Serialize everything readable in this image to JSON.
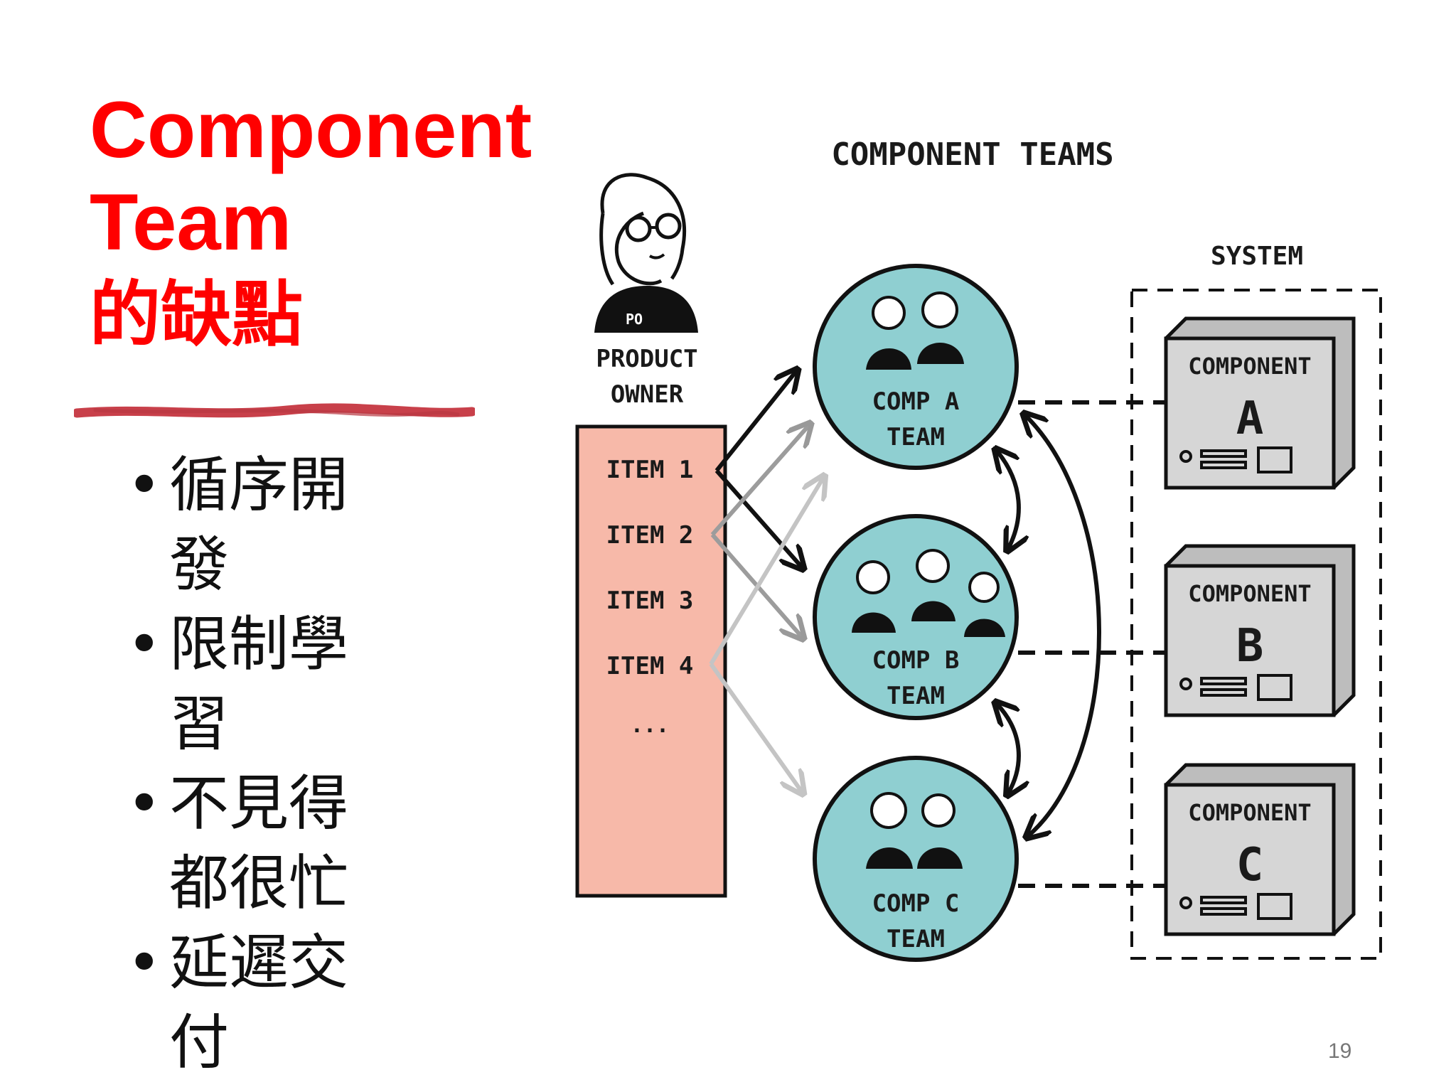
{
  "slide": {
    "title_line1": "Component",
    "title_line2": "Team",
    "title_line3": "的缺點",
    "bullets": [
      "循序開發",
      "限制學習",
      "不見得都很忙",
      "延遲交付"
    ],
    "page_number": "19"
  },
  "diagram": {
    "heading": "COMPONENT TEAMS",
    "system_label": "SYSTEM",
    "po_badge": "PO",
    "po_label_line1": "PRODUCT",
    "po_label_line2": "OWNER",
    "backlog_items": [
      "ITEM 1",
      "ITEM 2",
      "ITEM 3",
      "ITEM 4",
      "..."
    ],
    "teams": [
      {
        "line1": "COMP A",
        "line2": "TEAM"
      },
      {
        "line1": "COMP B",
        "line2": "TEAM"
      },
      {
        "line1": "COMP C",
        "line2": "TEAM"
      }
    ],
    "components": [
      {
        "label": "COMPONENT",
        "letter": "A"
      },
      {
        "label": "COMPONENT",
        "letter": "B"
      },
      {
        "label": "COMPONENT",
        "letter": "C"
      }
    ],
    "colors": {
      "title_red": "#ff0000",
      "team_circle": "#8fcfd1",
      "backlog_fill": "#f7b9a9",
      "component_box": "#d6d6d6",
      "brush_stroke": "#c8404a"
    }
  }
}
